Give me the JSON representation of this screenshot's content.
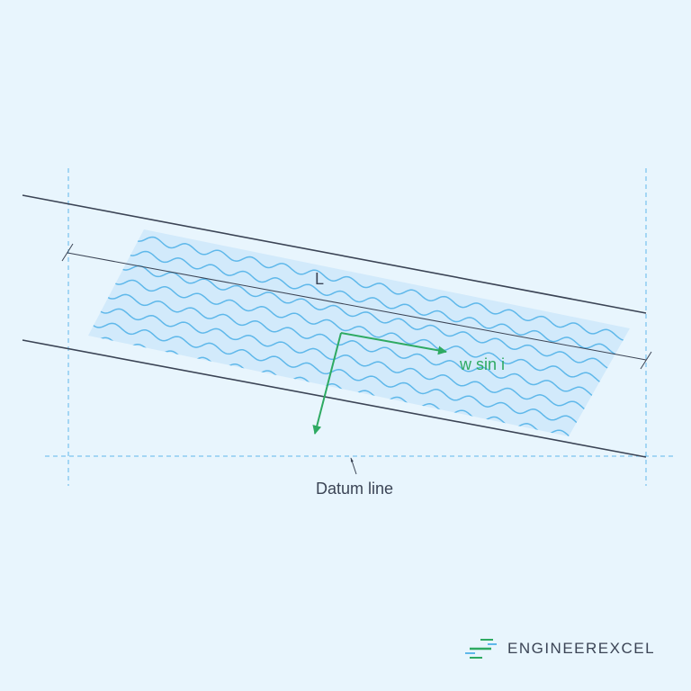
{
  "labels": {
    "length": "L",
    "force": "w sin i",
    "datum": "Datum line"
  },
  "logo": {
    "text": "ENGINEEREXCEL"
  },
  "colors": {
    "background": "#e8f5fd",
    "water_fill": "#d2eafb",
    "wave": "#5fb8ea",
    "line": "#3b4455",
    "arrow": "#2eaa62",
    "dashed": "#5fb8ea"
  }
}
